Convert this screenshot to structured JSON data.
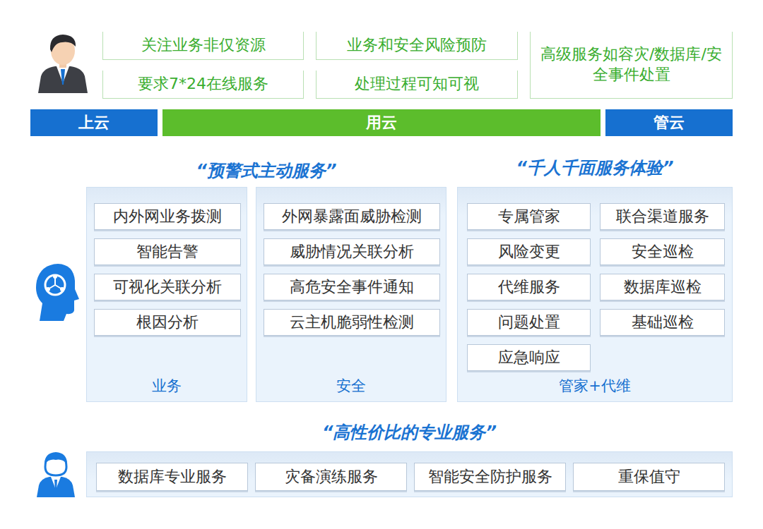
{
  "diagram": {
    "nodes": [
      {
        "text": [
          "关注业务非仅资源"
        ]
      },
      {
        "text": [
          "业务和安全风险预防"
        ]
      },
      {
        "text": [
          "高级服务如容灾/数据库/安全事件处置"
        ]
      },
      {
        "text": [
          "要求7*24在线服务"
        ]
      },
      {
        "text": [
          "处理过程可知可视"
        ]
      },
      {
        "text": [
          "上云"
        ]
      },
      {
        "text": [
          "用云"
        ]
      },
      {
        "text": [
          "管云"
        ]
      },
      {
        "text": [
          "业务"
        ]
      },
      {
        "text": [
          "内外网业务拨测"
        ],
        "in": 8
      },
      {
        "text": [
          "智能告警"
        ],
        "in": 8
      },
      {
        "text": [
          "可视化关联分析"
        ],
        "in": 8
      },
      {
        "text": [
          "根因分析"
        ],
        "in": 8
      },
      {
        "text": [
          "安全"
        ]
      },
      {
        "text": [
          "外网暴露面威胁检测"
        ],
        "in": 13
      },
      {
        "text": [
          "威胁情况关联分析"
        ],
        "in": 13
      },
      {
        "text": [
          "高危安全事件通知"
        ],
        "in": 13
      },
      {
        "text": [
          "云主机脆弱性检测"
        ],
        "in": 13
      },
      {
        "text": [
          "“千人千面服务体验”",
          "管家+代维"
        ]
      },
      {
        "text": [
          "专属管家"
        ],
        "in": 18
      },
      {
        "text": [
          "联合渠道服务"
        ],
        "in": 18
      },
      {
        "text": [
          "风险变更"
        ],
        "in": 18
      },
      {
        "text": [
          "安全巡检"
        ],
        "in": 18
      },
      {
        "text": [
          "代维服务"
        ],
        "in": 18
      },
      {
        "text": [
          "数据库巡检"
        ],
        "in": 18
      },
      {
        "text": [
          "问题处置"
        ],
        "in": 18
      },
      {
        "text": [
          "基础巡检"
        ],
        "in": 18
      },
      {
        "text": [
          "应急响应"
        ],
        "in": 18
      },
      {
        "text": [
          "“高性价比的专业服务”"
        ]
      },
      {
        "text": [
          "数据库专业服务"
        ],
        "in": 28
      },
      {
        "text": [
          "灾备演练服务"
        ],
        "in": 28
      },
      {
        "text": [
          "智能安全防护服务"
        ],
        "in": 28
      },
      {
        "text": [
          "重保值守"
        ],
        "in": 28
      }
    ],
    "labels": [
      "“预警式主动服务”"
    ]
  }
}
